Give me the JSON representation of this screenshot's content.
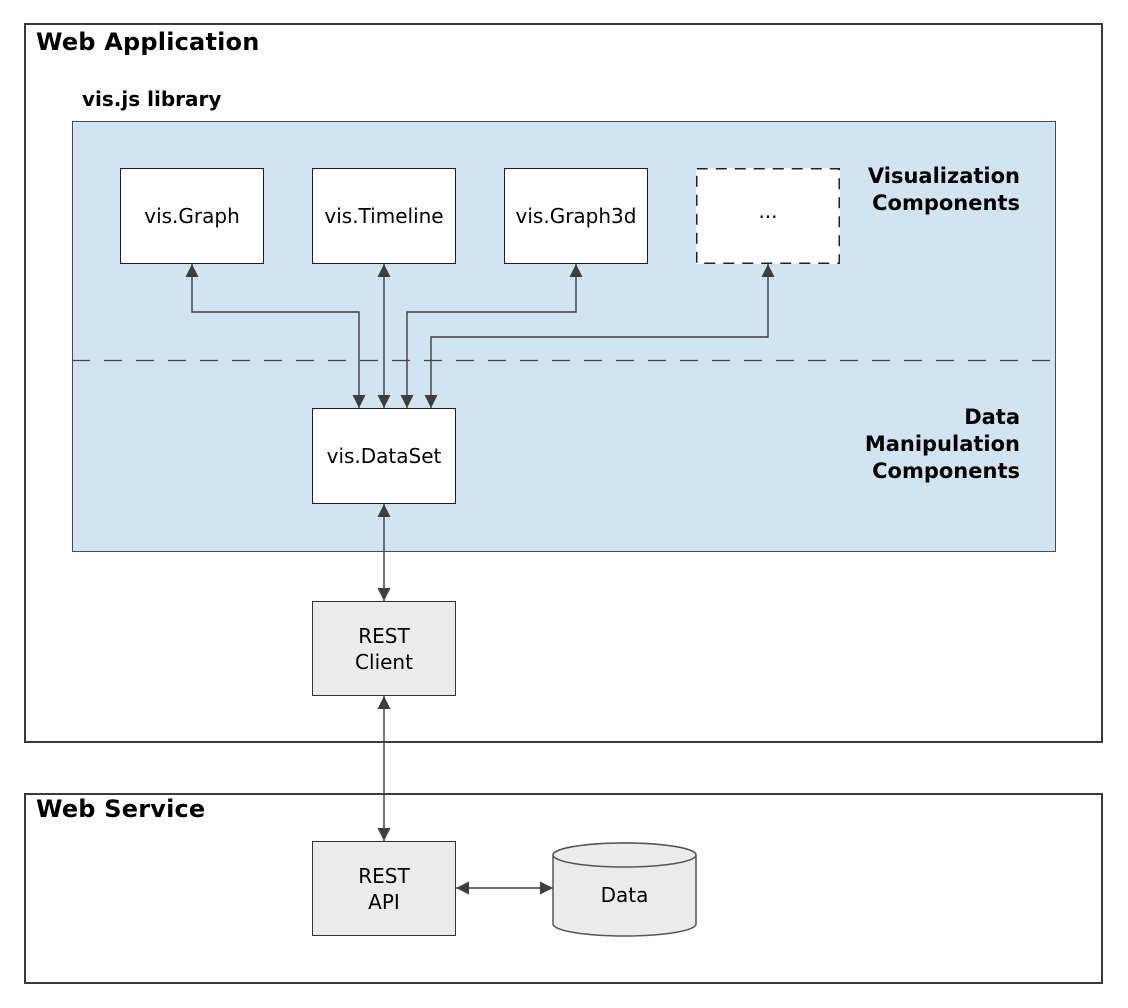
{
  "colors": {
    "panel-blue": "#d1e4f1",
    "box-gray": "#ececec",
    "line": "#3d3d3d",
    "border-dark": "#3a3a3a",
    "text": "#000000"
  },
  "web_application": {
    "title": "Web Application",
    "library": {
      "title": "vis.js library",
      "visualization_label": "Visualization\nComponents",
      "manipulation_label": "Data\nManipulation\nComponents",
      "components": [
        {
          "label": "vis.Graph"
        },
        {
          "label": "vis.Timeline"
        },
        {
          "label": "vis.Graph3d"
        },
        {
          "label": "..."
        }
      ],
      "dataset_label": "vis.DataSet"
    },
    "rest_client_label": "REST\nClient"
  },
  "web_service": {
    "title": "Web Service",
    "rest_api_label": "REST\nAPI",
    "data_store_label": "Data"
  }
}
